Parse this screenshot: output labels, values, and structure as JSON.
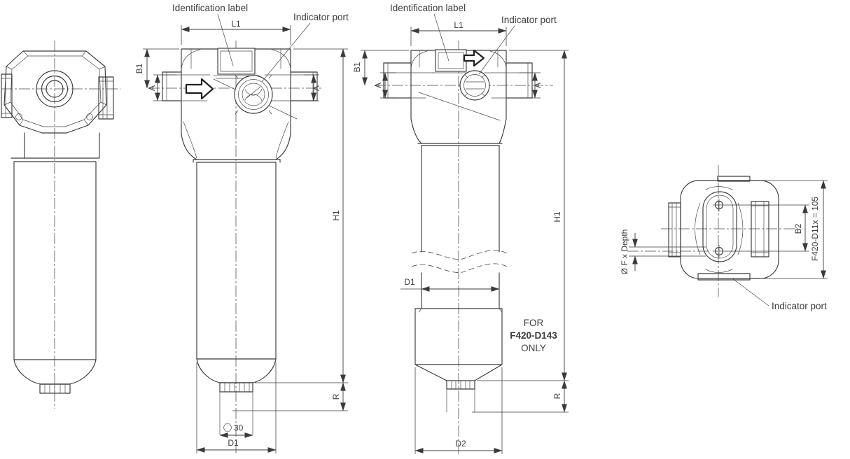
{
  "colors": {
    "line": "#3a3a3a",
    "text": "#3c3c3c",
    "background": "#ffffff"
  },
  "callouts": {
    "identification_label": "Identification label",
    "indicator_port": "Indicator port"
  },
  "dimensions": {
    "l1": "L1",
    "b1": "B1",
    "a": "A",
    "h1": "H1",
    "r": "R",
    "d1": "D1",
    "d2": "D2",
    "b2": "B2",
    "drain_hex_size": "30",
    "mounting_thread": "Ø F x Depth",
    "head_width_note": "F420-D11x = 105"
  },
  "notes": {
    "applicability": {
      "line1": "FOR",
      "line2": "F420-D143",
      "line3": "ONLY"
    }
  }
}
